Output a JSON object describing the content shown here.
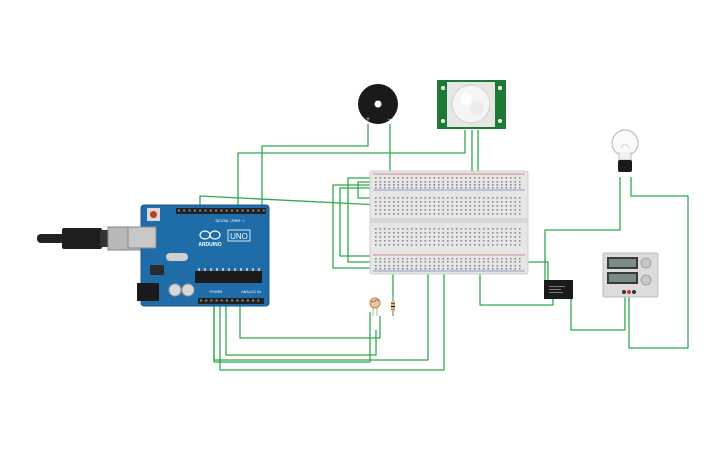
{
  "arduino": {
    "brand": "ARDUINO",
    "model": "UNO",
    "digital_label": "DIGITAL (PWM~)",
    "power_label": "POWER",
    "analog_label": "ANALOG IN"
  },
  "buzzer": {
    "plus": "+",
    "minus": "−"
  },
  "colors": {
    "wire": "#2fa84f",
    "board": "#1e6da8",
    "pir_board": "#1c7a34",
    "breadboard": "#e6e6e6"
  },
  "icons": [
    "usb-cable-icon",
    "buzzer-icon",
    "pir-sensor-icon",
    "lightbulb-icon",
    "relay-icon",
    "power-supply-icon",
    "photoresistor-icon",
    "resistor-icon"
  ]
}
